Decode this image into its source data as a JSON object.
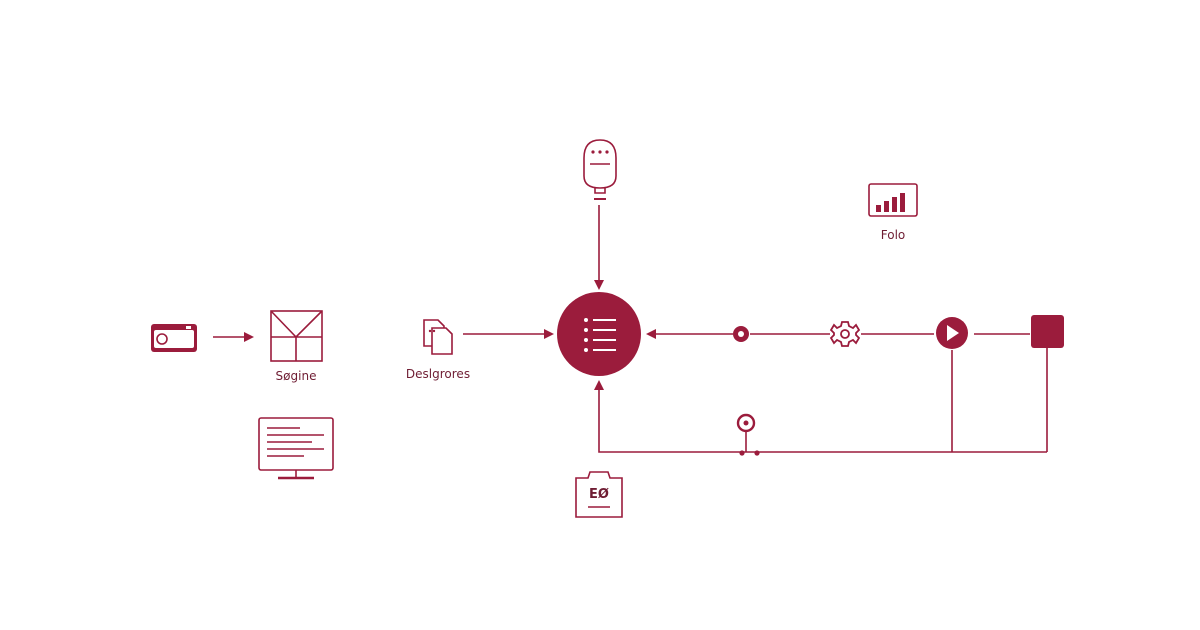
{
  "colors": {
    "accent": "#9b1c3c",
    "line": "#9b1c3c",
    "background": "#ffffff",
    "label": "#6f1d33"
  },
  "nodes": {
    "camera": {
      "icon": "camera-icon"
    },
    "box": {
      "icon": "open-box-icon",
      "label": "Søgine"
    },
    "monitor": {
      "icon": "monitor-icon"
    },
    "documents": {
      "icon": "documents-icon",
      "label": "Deslgrores"
    },
    "robot_top": {
      "icon": "robot-head-icon"
    },
    "hub": {
      "icon": "list-icon"
    },
    "bottom_device": {
      "icon": "device-icon",
      "label": "EØ"
    },
    "chart": {
      "icon": "bar-chart-icon",
      "label": "Folo"
    },
    "dot_node": {
      "icon": "ring-dot-icon"
    },
    "gear": {
      "icon": "gear-icon"
    },
    "play": {
      "icon": "play-icon"
    },
    "square": {
      "icon": "stop-square-icon"
    },
    "pin": {
      "icon": "pin-icon"
    }
  }
}
